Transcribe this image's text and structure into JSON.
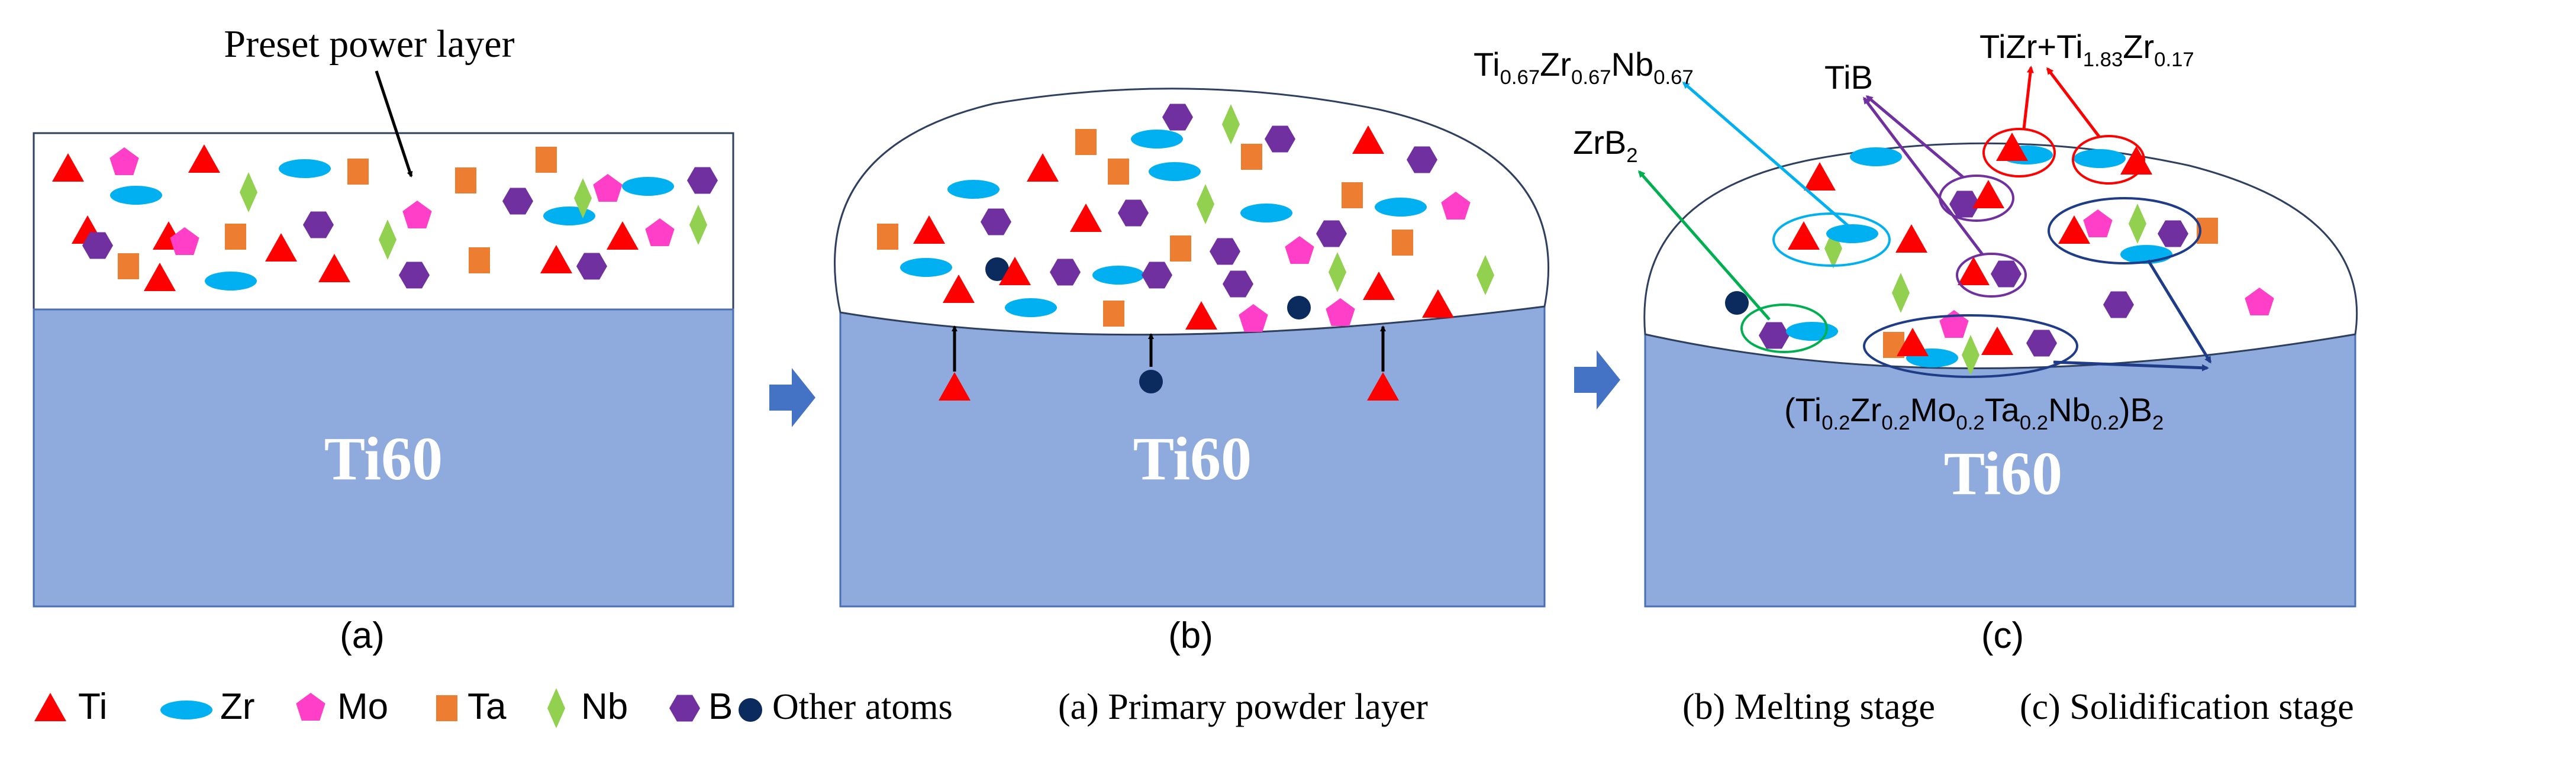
{
  "colors": {
    "substrate": "#8faadc",
    "substrate_stroke": "#4a6fb5",
    "outline": "#2f3f5f",
    "ti": "#ff0000",
    "zr": "#00b0f0",
    "mo": "#ff3fc8",
    "ta": "#ed7d31",
    "nb": "#92d050",
    "b": "#7030a0",
    "other": "#0b2a5e",
    "process_arrow": "#4472c4",
    "arrow_ti_zr_nb": "#00b0f0",
    "arrow_tib": "#7030a0",
    "arrow_tizr": "#ff0000",
    "arrow_zrb2": "#00b050",
    "arrow_heb": "#1f3c88"
  },
  "panels": {
    "a": {
      "substrate_label": "Ti60",
      "caption": "(a)",
      "preset_label": "Preset power layer"
    },
    "b": {
      "substrate_label": "Ti60",
      "caption": "(b)"
    },
    "c": {
      "substrate_label": "Ti60",
      "caption": "(c)",
      "phases": {
        "ti_zr_nb": {
          "t1": "Ti",
          "s1": "0.67",
          "t2": "Zr",
          "s2": "0.67",
          "t3": "Nb",
          "s3": "0.67"
        },
        "tib": "TiB",
        "tizr": {
          "t1": "TiZr+Ti",
          "s1": "1.83",
          "t2": "Zr",
          "s2": "0.17"
        },
        "zrb2": {
          "t1": "ZrB",
          "s1": "2"
        },
        "heb": {
          "t1": "(Ti",
          "s1": "0.2",
          "t2": "Zr",
          "s2": "0.2",
          "t3": "Mo",
          "s3": "0.2",
          "t4": "Ta",
          "s4": "0.2",
          "t5": "Nb",
          "s5": "0.2",
          "t6": ")B",
          "s6": "2"
        }
      }
    }
  },
  "legend": {
    "ti": "Ti",
    "zr": "Zr",
    "mo": "Mo",
    "ta": "Ta",
    "nb": "Nb",
    "b": "B",
    "other": "Other atoms",
    "a_desc": "(a) Primary powder layer",
    "b_desc": "(b) Melting stage",
    "c_desc": "(c) Solidification stage"
  }
}
